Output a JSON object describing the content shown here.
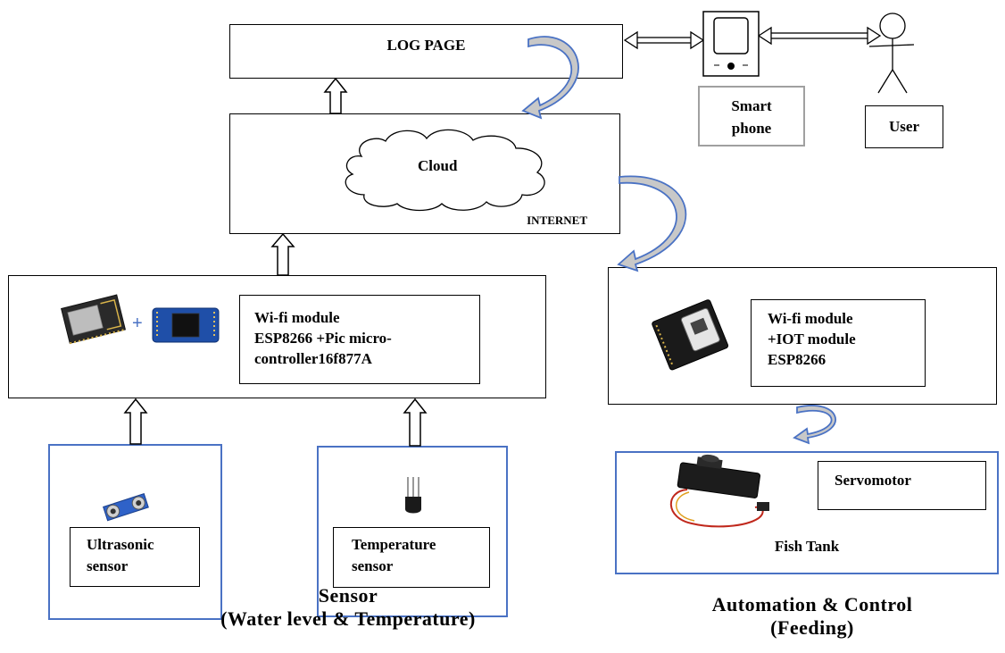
{
  "log_page": {
    "label": "LOG PAGE"
  },
  "smartphone": {
    "label_line1": "Smart",
    "label_line2": "phone"
  },
  "user": {
    "label": "User"
  },
  "cloud_block": {
    "cloud_label": "Cloud",
    "internet_label": "INTERNET"
  },
  "main_module": {
    "plus": "+",
    "line1": "Wi-fi module",
    "line2": "ESP8266 +Pic micro-",
    "line3": "controller16f877A"
  },
  "iot_module": {
    "line1": "Wi-fi module",
    "line2": "+IOT module",
    "line3": "ESP8266"
  },
  "ultrasonic": {
    "line1": "Ultrasonic",
    "line2": "sensor"
  },
  "temperature": {
    "line1": "Temperature",
    "line2": "sensor"
  },
  "fish_tank": {
    "servo_label": "Servomotor",
    "tank_label": "Fish Tank"
  },
  "captions": {
    "sensor_line1": "Sensor",
    "sensor_line2": "(Water level & Temperature)",
    "automation_line1": "Automation & Control",
    "automation_line2": "(Feeding)"
  },
  "colors": {
    "curve_arrow": "#4a72c4",
    "curve_fill": "#c8c8c8",
    "sensor_border": "#4a72c4"
  }
}
